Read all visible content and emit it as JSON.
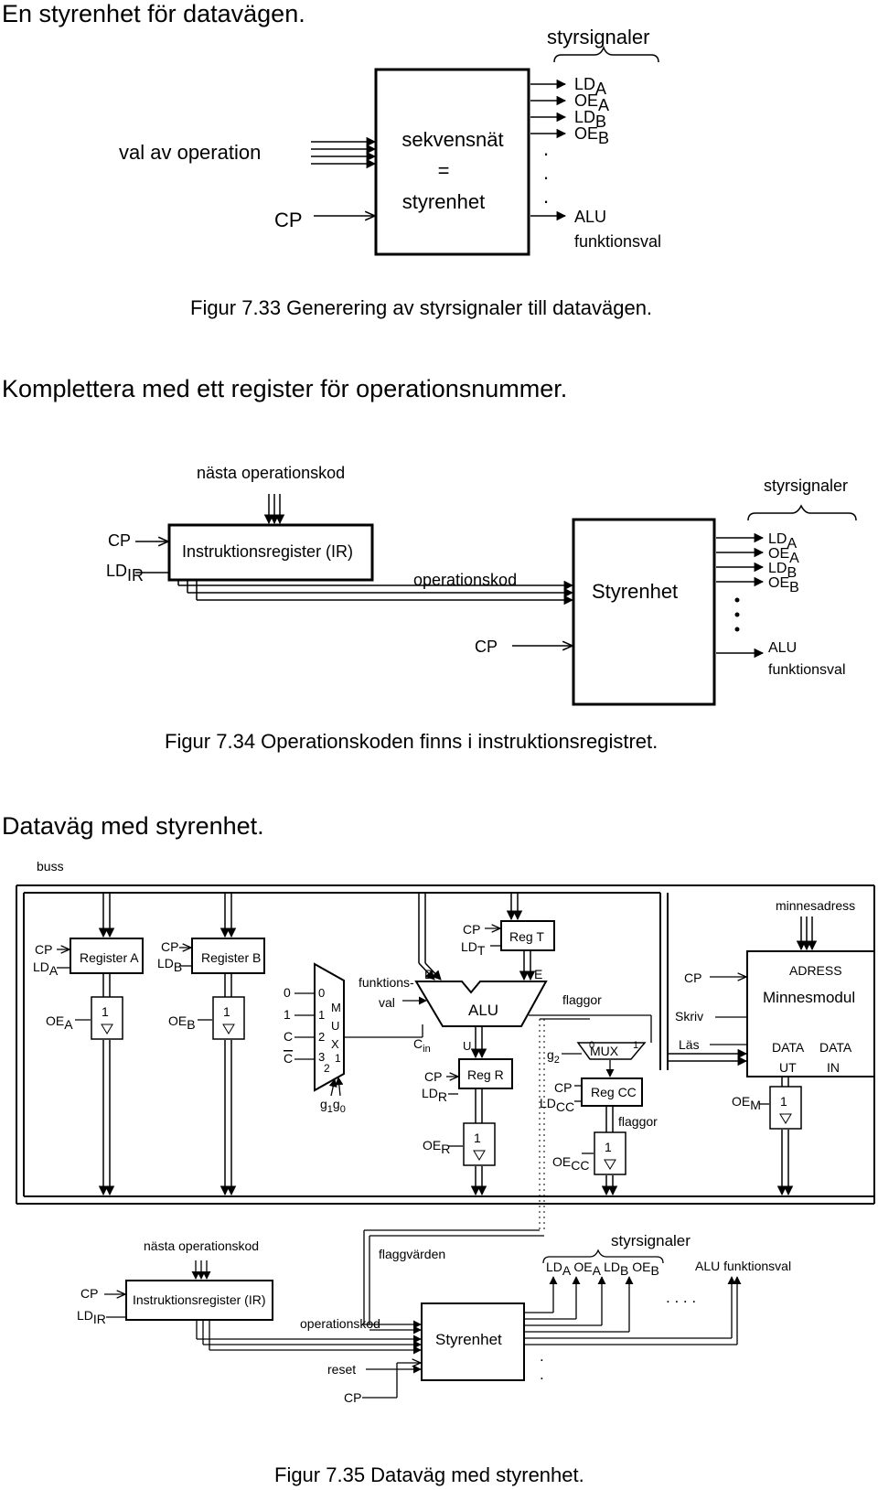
{
  "section1": {
    "heading": "En styrenhet för datavägen.",
    "inputs": {
      "val_av_operation": "val av operation",
      "cp": "CP"
    },
    "box_lines": [
      "sekvensnät",
      "=",
      "styrenhet"
    ],
    "signals_brace": "styrsignaler",
    "signals": [
      {
        "base": "LD",
        "sub": "A"
      },
      {
        "base": "OE",
        "sub": "A"
      },
      {
        "base": "LD",
        "sub": "B"
      },
      {
        "base": "OE",
        "sub": "B"
      }
    ],
    "alu": "ALU",
    "funktionsval": "funktionsval",
    "caption": "Figur 7.33  Generering av styrsignaler till datavägen."
  },
  "section2": {
    "heading": "Komplettera med ett register för operationsnummer.",
    "next_op": "nästa operationskod",
    "cp": "CP",
    "ld": {
      "base": "LD",
      "sub": "IR"
    },
    "ir_label": "Instruktionsregister (IR)",
    "opcode": "operationskod",
    "control_unit": "Styrenhet",
    "cp_bottom": "CP",
    "signals_brace": "styrsignaler",
    "signals": [
      {
        "base": "LD",
        "sub": "A"
      },
      {
        "base": "OE",
        "sub": "A"
      },
      {
        "base": "LD",
        "sub": "B"
      },
      {
        "base": "OE",
        "sub": "B"
      }
    ],
    "alu": "ALU",
    "funktionsval": "funktionsval",
    "caption": "Figur 7.34  Operationskoden finns i instruktionsregistret."
  },
  "section3": {
    "heading": "Dataväg med styrenhet.",
    "buss": "buss",
    "minnesadress": "minnesadress",
    "cp": "CP",
    "reg_a": "Register A",
    "reg_b": "Register B",
    "ld_a": {
      "base": "LD",
      "sub": "A"
    },
    "ld_b": {
      "base": "LD",
      "sub": "B"
    },
    "oe_a": {
      "base": "OE",
      "sub": "A"
    },
    "oe_b": {
      "base": "OE",
      "sub": "B"
    },
    "one": "1",
    "mux_inputs": [
      "0",
      "1",
      "C",
      "C"
    ],
    "mux_idx": [
      "0",
      "1",
      "2",
      "3"
    ],
    "mux_letters": [
      "M",
      "U",
      "X"
    ],
    "mux_sel": [
      "1",
      "2"
    ],
    "g": {
      "base1": "g",
      "sub1": "1",
      "base2": "g",
      "sub2": "0"
    },
    "funktionsval_1": "funktions-",
    "funktionsval_2": "val",
    "d": "D",
    "e": "E",
    "ld_t": {
      "base": "LD",
      "sub": "T"
    },
    "reg_t": "Reg T",
    "alu": "ALU",
    "u": "U",
    "c_in": {
      "base": "C",
      "sub": "in"
    },
    "ld_r": {
      "base": "LD",
      "sub": "R"
    },
    "reg_r": "Reg R",
    "oe_r": {
      "base": "OE",
      "sub": "R"
    },
    "flaggor": "flaggor",
    "g2": {
      "base": "g",
      "sub": "2"
    },
    "mux2": "MUX",
    "zero": "0",
    "ld_cc": {
      "base": "LD",
      "sub": "CC"
    },
    "reg_cc": "Reg CC",
    "oe_cc": {
      "base": "OE",
      "sub": "CC"
    },
    "skriv": "Skriv",
    "las": "Läs",
    "adress": "ADRESS",
    "minnesmodul": "Minnesmodul",
    "data_ut_1": "DATA",
    "data_ut_2": "UT",
    "data_in_1": "DATA",
    "data_in_2": "IN",
    "oe_m": {
      "base": "OE",
      "sub": "M"
    }
  },
  "section4": {
    "next_op": "nästa operationskod",
    "flaggvarden": "flaggvärden",
    "signals_brace": "styrsignaler",
    "signals_row": [
      {
        "base": "LD",
        "sub": "A"
      },
      {
        "base": "OE",
        "sub": "A"
      },
      {
        "base": "LD",
        "sub": "B"
      },
      {
        "base": "OE",
        "sub": "B"
      }
    ],
    "alu_funktionsval": "ALU funktionsval",
    "cp": "CP",
    "ld": {
      "base": "LD",
      "sub": "IR"
    },
    "ir_label": "Instruktionsregister (IR)",
    "opcode": "operationskod",
    "control_unit": "Styrenhet",
    "reset": "reset",
    "cp_bottom": "CP",
    "dots": ". . . .",
    "caption": "Figur 7.35  Dataväg med styrenhet."
  }
}
